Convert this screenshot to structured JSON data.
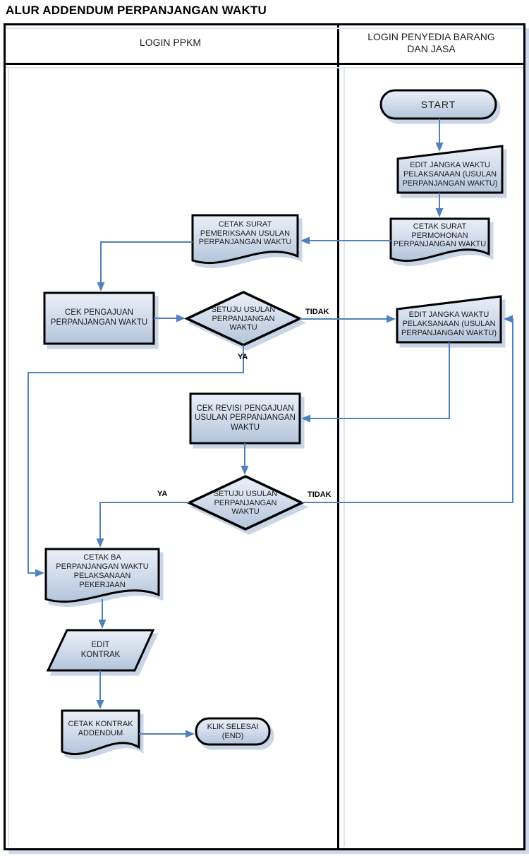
{
  "title": "ALUR ADDENDUM PERPANJANGAN WAKTU",
  "lanes": {
    "left": "LOGIN PPKM",
    "right": "LOGIN PENYEDIA BARANG\nDAN JASA"
  },
  "nodes": {
    "start": "START",
    "edit_jangka_waktu_1": "EDIT JANGKA WAKTU\nPELAKSANAAN (USULAN\nPERPANJANGAN WAKTU)",
    "cetak_surat_permohonan": "CETAK SURAT\nPERMOHONAN\nPERPANJANGAN WAKTU",
    "cetak_surat_pemeriksaan": "CETAK SURAT\nPEMERIKSAAN USULAN\nPERPANJANGAN WAKTU",
    "cek_pengajuan": "CEK PENGAJUAN\nPERPANJANGAN WAKTU",
    "setuju_usulan_1": "SETUJU USULAN\nPERPANJANGAN\nWAKTU",
    "edit_jangka_waktu_2": "EDIT JANGKA WAKTU\nPELAKSANAAN (USULAN\nPERPANJANGAN WAKTU)",
    "cek_revisi": "CEK REVISI PENGAJUAN\nUSULAN PERPANJANGAN\nWAKTU",
    "setuju_usulan_2": "SETUJU USULAN\nPERPANJANGAN\nWAKTU",
    "cetak_ba": "CETAK BA\nPERPANJANGAN WAKTU\nPELAKSANAAN\nPEKERJAAN",
    "edit_kontrak": "EDIT\nKONTRAK",
    "cetak_kontrak_addendum": "CETAK KONTRAK\nADDENDUM",
    "klik_selesai": "KLIK SELESAI\n(END)"
  },
  "edge_labels": {
    "ya_1": "YA",
    "tidak_1": "TIDAK",
    "ya_2": "YA",
    "tidak_2": "TIDAK"
  },
  "colors": {
    "connector": "#4f81bd",
    "shape_border": "#000000",
    "shape_fill_top": "#e9eff8",
    "shape_fill_bottom": "#b3c4da",
    "shape_shadow": "#c9d6e8"
  }
}
